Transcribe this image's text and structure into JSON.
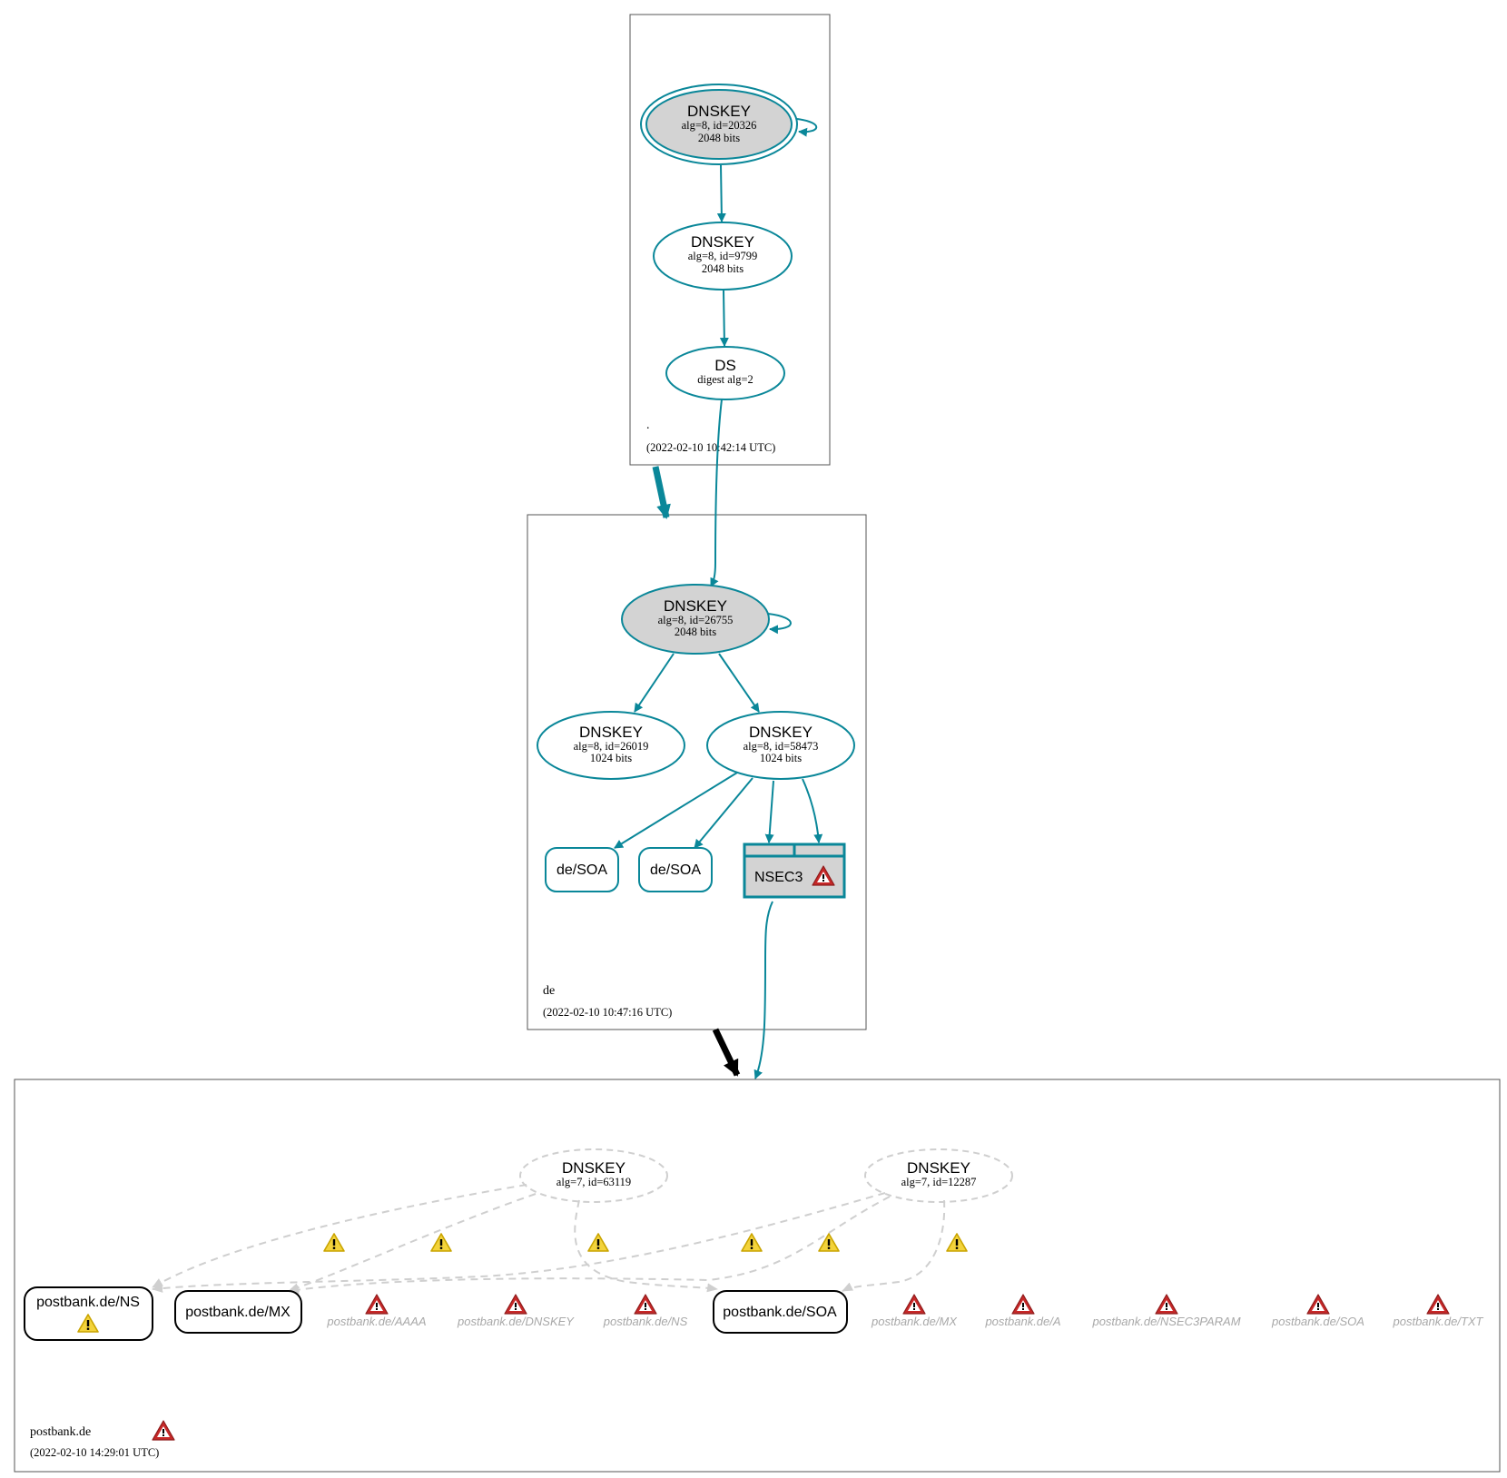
{
  "colors": {
    "secure": "#0a8799",
    "insecure_edge": "#cfcfcf",
    "delegation_insecure": "#000000",
    "node_fill_sep": "#d3d3d3",
    "error_icon": "#c62828",
    "warning_icon": "#f3d33b",
    "missing_text": "#a8a8a8"
  },
  "zones": {
    "root": {
      "name": ".",
      "timestamp": "(2022-02-10 10:42:14 UTC)",
      "ksk": {
        "title": "DNSKEY",
        "line1": "alg=8, id=20326",
        "line2": "2048 bits"
      },
      "zsk": {
        "title": "DNSKEY",
        "line1": "alg=8, id=9799",
        "line2": "2048 bits"
      },
      "ds": {
        "title": "DS",
        "line1": "digest alg=2"
      }
    },
    "de": {
      "name": "de",
      "timestamp": "(2022-02-10 10:47:16 UTC)",
      "ksk": {
        "title": "DNSKEY",
        "line1": "alg=8, id=26755",
        "line2": "2048 bits"
      },
      "zsk1": {
        "title": "DNSKEY",
        "line1": "alg=8, id=26019",
        "line2": "1024 bits"
      },
      "zsk2": {
        "title": "DNSKEY",
        "line1": "alg=8, id=58473",
        "line2": "1024 bits"
      },
      "soa1": "de/SOA",
      "soa2": "de/SOA",
      "nsec3": "NSEC3"
    },
    "postbank": {
      "name": "postbank.de",
      "timestamp": "(2022-02-10 14:29:01 UTC)",
      "key1": {
        "title": "DNSKEY",
        "line1": "alg=7, id=63119"
      },
      "key2": {
        "title": "DNSKEY",
        "line1": "alg=7, id=12287"
      },
      "rr_ns": "postbank.de/NS",
      "rr_mx": "postbank.de/MX",
      "rr_soa": "postbank.de/SOA",
      "missing": [
        "postbank.de/AAAA",
        "postbank.de/DNSKEY",
        "postbank.de/NS",
        "postbank.de/MX",
        "postbank.de/A",
        "postbank.de/NSEC3PARAM",
        "postbank.de/SOA",
        "postbank.de/TXT"
      ]
    }
  }
}
